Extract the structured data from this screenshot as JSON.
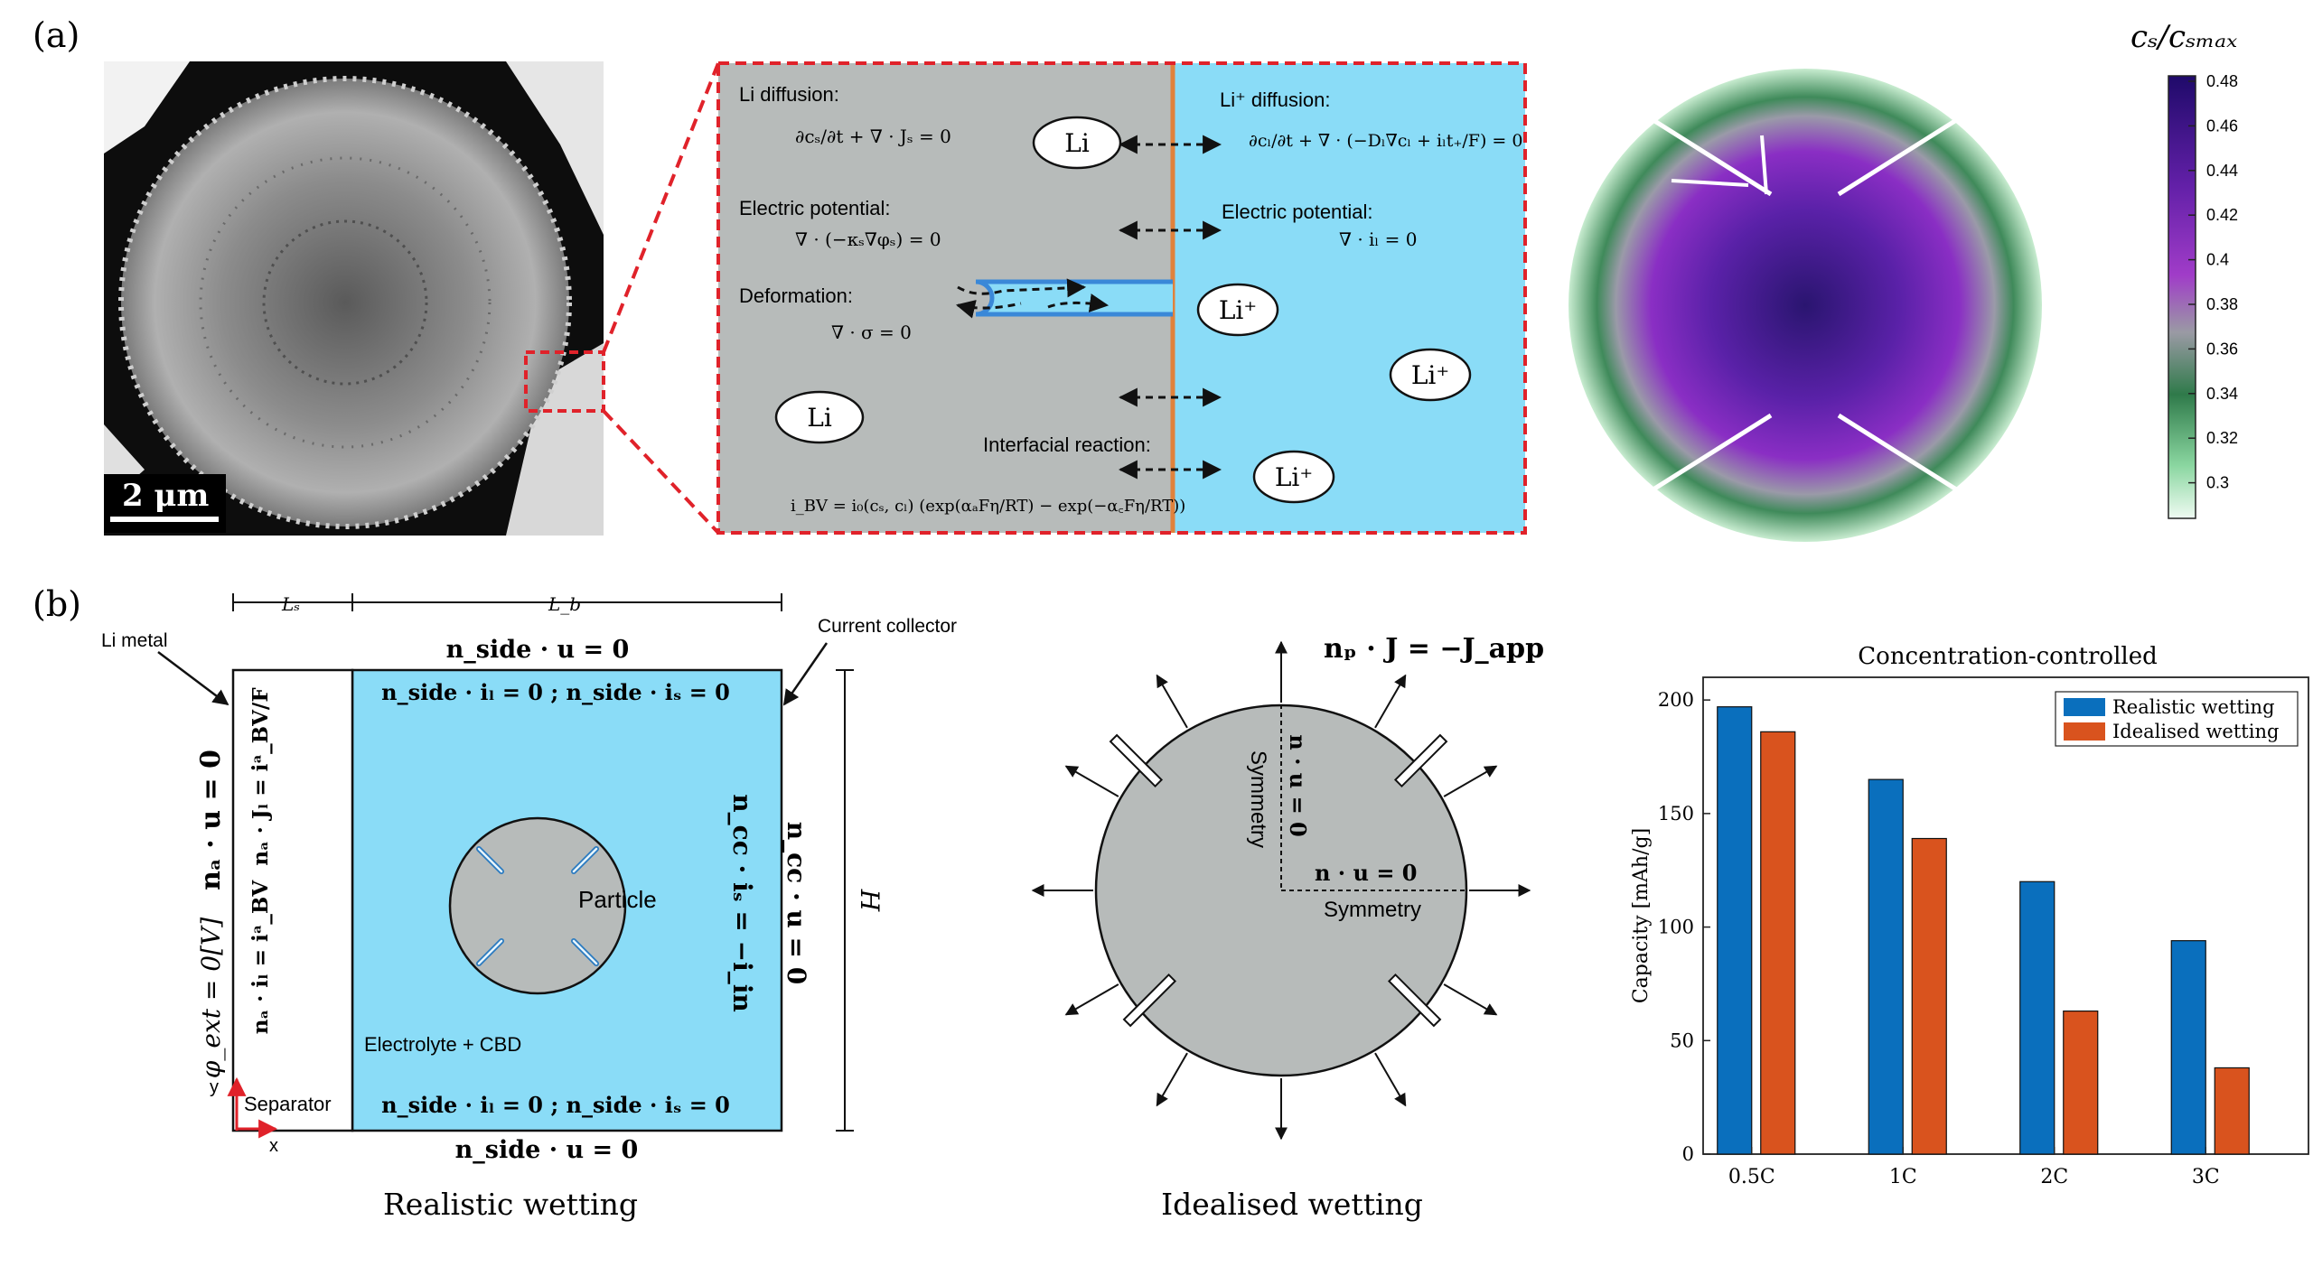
{
  "panel_a": {
    "label": "(a)",
    "scale_bar": "2 μm",
    "schematic": {
      "li_diffusion_title": "Li diffusion:",
      "li_diffusion_eq": "∂cₛ/∂t + ∇ · Jₛ = 0",
      "electric_potential_title": "Electric potential:",
      "electric_potential_eq": "∇ · (−κₛ∇φₛ) = 0",
      "deformation_title": "Deformation:",
      "deformation_eq": "∇ · σ = 0",
      "liplus_diffusion_title": "Li⁺ diffusion:",
      "liplus_diffusion_eq": "∂cₗ/∂t + ∇ · (−Dₗ∇cₗ + iₗt₊/F) = 0",
      "electric_potential_r_title": "Electric potential:",
      "electric_potential_r_eq": "∇ · iₗ = 0",
      "interfacial_title": "Interfacial reaction:",
      "interfacial_eq": "i_BV = i₀(cₛ, cₗ) (exp(αₐFη/RT) − exp(−α꜀Fη/RT))",
      "li_label_1": "Li",
      "li_label_2": "Li",
      "liplus_label_1": "Li⁺",
      "liplus_label_2": "Li⁺",
      "liplus_label_3": "Li⁺"
    },
    "colorbar": {
      "title": "cₛ/cₛₘₐₓ",
      "ticks": [
        "0.48",
        "0.46",
        "0.44",
        "0.42",
        "0.4",
        "0.38",
        "0.36",
        "0.34",
        "0.32",
        "0.3"
      ]
    }
  },
  "panel_b": {
    "label": "(b)",
    "realistic": {
      "caption": "Realistic wetting",
      "ls_label": "Lₛ",
      "lb_label": "L_b",
      "li_metal": "Li metal",
      "current_collector": "Current collector",
      "top_bc": "n_side · u = 0",
      "top_inner_bc": "n_side · iₗ = 0  ;  n_side · iₛ = 0",
      "bottom_inner_bc": "n_side · iₗ = 0  ;  n_side · iₛ = 0",
      "bottom_bc": "n_side · u = 0",
      "left_bc_1": "nₐ · u = 0",
      "left_bc_2": "φ_ext = 0[V]",
      "sep_bc_1": "nₐ · Jₗ = iᵃ_BV/F",
      "sep_bc_2": "nₐ · iₗ = iᵃ_BV",
      "right_bc_1": "n_cc · iₛ = −i_in",
      "right_bc_2": "n_cc · u = 0",
      "h_label": "H",
      "particle": "Particle",
      "electrolyte": "Electrolyte + CBD",
      "separator": "Separator",
      "axis_y": "y",
      "axis_x": "x"
    },
    "idealised": {
      "caption": "Idealised wetting",
      "flux_bc": "nₚ · J = −J_app",
      "sym_vertical_eq": "n · u = 0",
      "sym_vertical_label": "Symmetry",
      "sym_horizontal_eq": "n · u = 0",
      "sym_horizontal_label": "Symmetry"
    },
    "chart_data": {
      "type": "bar",
      "title": "Concentration-controlled",
      "ylabel": "Capacity [mAh/g]",
      "xlabel": "",
      "categories": [
        "0.5C",
        "1C",
        "2C",
        "3C"
      ],
      "series": [
        {
          "name": "Realistic wetting",
          "values": [
            197,
            165,
            120,
            94
          ],
          "color": "#0a6fbd"
        },
        {
          "name": "Idealised wetting",
          "values": [
            186,
            139,
            63,
            38
          ],
          "color": "#d9531e"
        }
      ],
      "ylim": [
        0,
        210
      ],
      "yticks": [
        "0",
        "50",
        "100",
        "150",
        "200"
      ],
      "grid": false,
      "legend": "top-right"
    }
  },
  "colors": {
    "electrolyte_blue": "#8adcf7",
    "particle_gray": "#b7bbba",
    "highlight_red": "#e0222a",
    "interface_orange": "#e0823c"
  }
}
